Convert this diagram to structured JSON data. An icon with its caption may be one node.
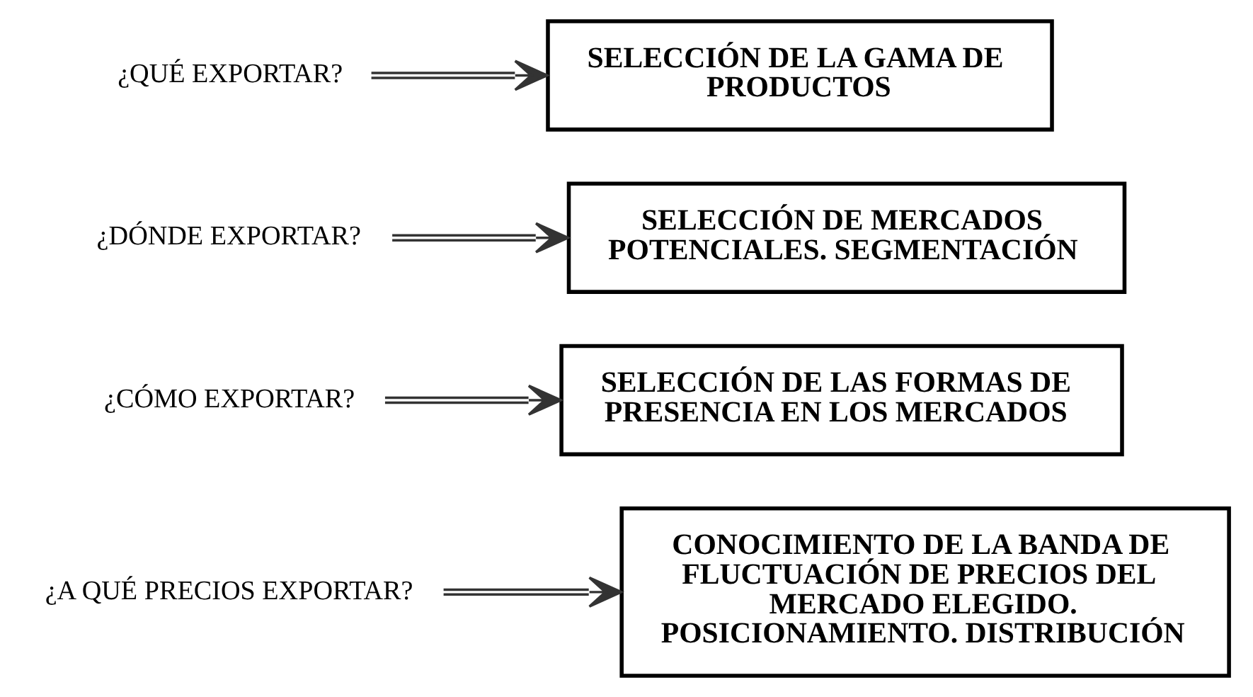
{
  "diagram": {
    "nodes": [
      {
        "text": [
          "¿QUÉ EXPORTAR?"
        ]
      },
      {
        "text": [
          "SELECCIÓN DE LA GAMA DE PRODUCTOS"
        ]
      },
      {
        "text": [
          "¿DÓNDE EXPORTAR?"
        ]
      },
      {
        "text": [
          "SELECCIÓN DE MERCADOS POTENCIALES. SEGMENTACIÓN"
        ]
      },
      {
        "text": [
          "¿CÓMO EXPORTAR?"
        ]
      },
      {
        "text": [
          "SELECCIÓN DE LAS FORMAS DE PRESENCIA EN LOS MERCADOS"
        ]
      },
      {
        "text": [
          "¿A QUÉ PRECIOS EXPORTAR?"
        ]
      },
      {
        "text": [
          "CONOCIMIENTO DE LA BANDA DE FLUCTUACIÓN DE PRECIOS DEL MERCADO ELEGIDO. POSICIONAMIENTO. DISTRIBUCIÓN"
        ]
      }
    ],
    "edges": [
      {
        "from": 0,
        "to": 1,
        "arrow": "to"
      },
      {
        "from": 2,
        "to": 3,
        "arrow": "to"
      },
      {
        "from": 4,
        "to": 5,
        "arrow": "to"
      },
      {
        "from": 6,
        "to": 7,
        "arrow": "to"
      }
    ]
  }
}
